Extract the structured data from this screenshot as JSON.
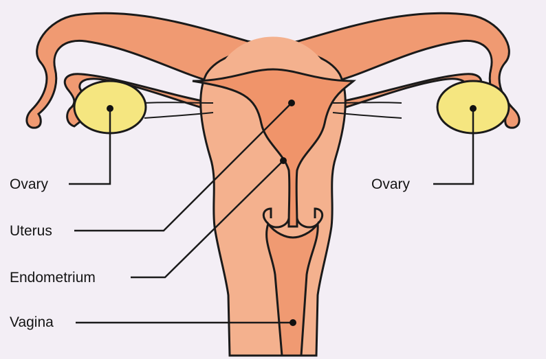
{
  "labels": {
    "ovary_left": "Ovary",
    "ovary_right": "Ovary",
    "uterus": "Uterus",
    "endometrium": "Endometrium",
    "vagina": "Vagina"
  },
  "colors": {
    "background": "#f3eef5",
    "uterus_outer": "#f4b18e",
    "tube": "#f09a72",
    "cavity": "#f0946a",
    "ovary": "#f5e680",
    "outline": "#1a1a1a"
  }
}
